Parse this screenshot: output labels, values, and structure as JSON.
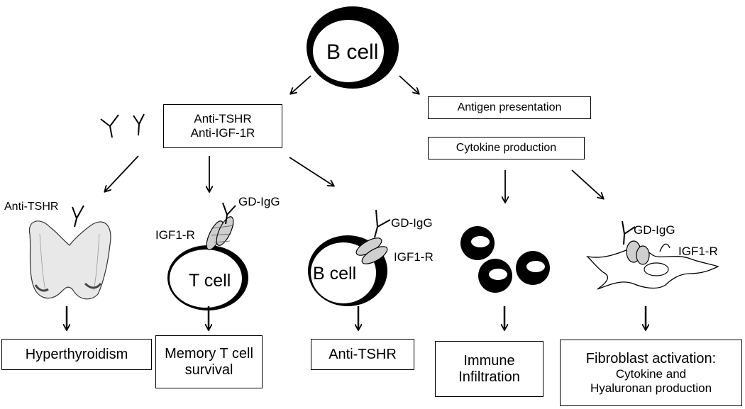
{
  "top": {
    "cell": "B cell"
  },
  "antibody_box": {
    "line1": "Anti-TSHR",
    "line2": "Anti-IGF-1R"
  },
  "antigen_box": "Antigen presentation",
  "cytokine_box": "Cytokine production",
  "thyroid": {
    "antibody_label": "Anti-TSHR",
    "outcome": "Hyperthyroidism"
  },
  "tcell": {
    "cell": "T cell",
    "receptor_label": "IGF1-R",
    "antibody_label": "GD-IgG",
    "outcome_line1": "Memory T cell",
    "outcome_line2": "survival"
  },
  "bcell2": {
    "cell": "B cell",
    "antibody_label": "GD-IgG",
    "receptor_label": "IGF1-R",
    "outcome": "Anti-TSHR"
  },
  "immune": {
    "outcome_line1": "Immune",
    "outcome_line2": "Infiltration"
  },
  "fibroblast": {
    "antibody_label": "GD-IgG",
    "receptor_label": "IGF1-R",
    "outcome_line1": "Fibroblast activation:",
    "outcome_line2": "Cytokine and",
    "outcome_line3": "Hyaluronan production"
  },
  "icons": [
    "b-cell-icon",
    "antibody-icon",
    "thyroid-gland-icon",
    "t-cell-icon",
    "immune-cell-icon",
    "fibroblast-icon",
    "receptor-icon"
  ]
}
